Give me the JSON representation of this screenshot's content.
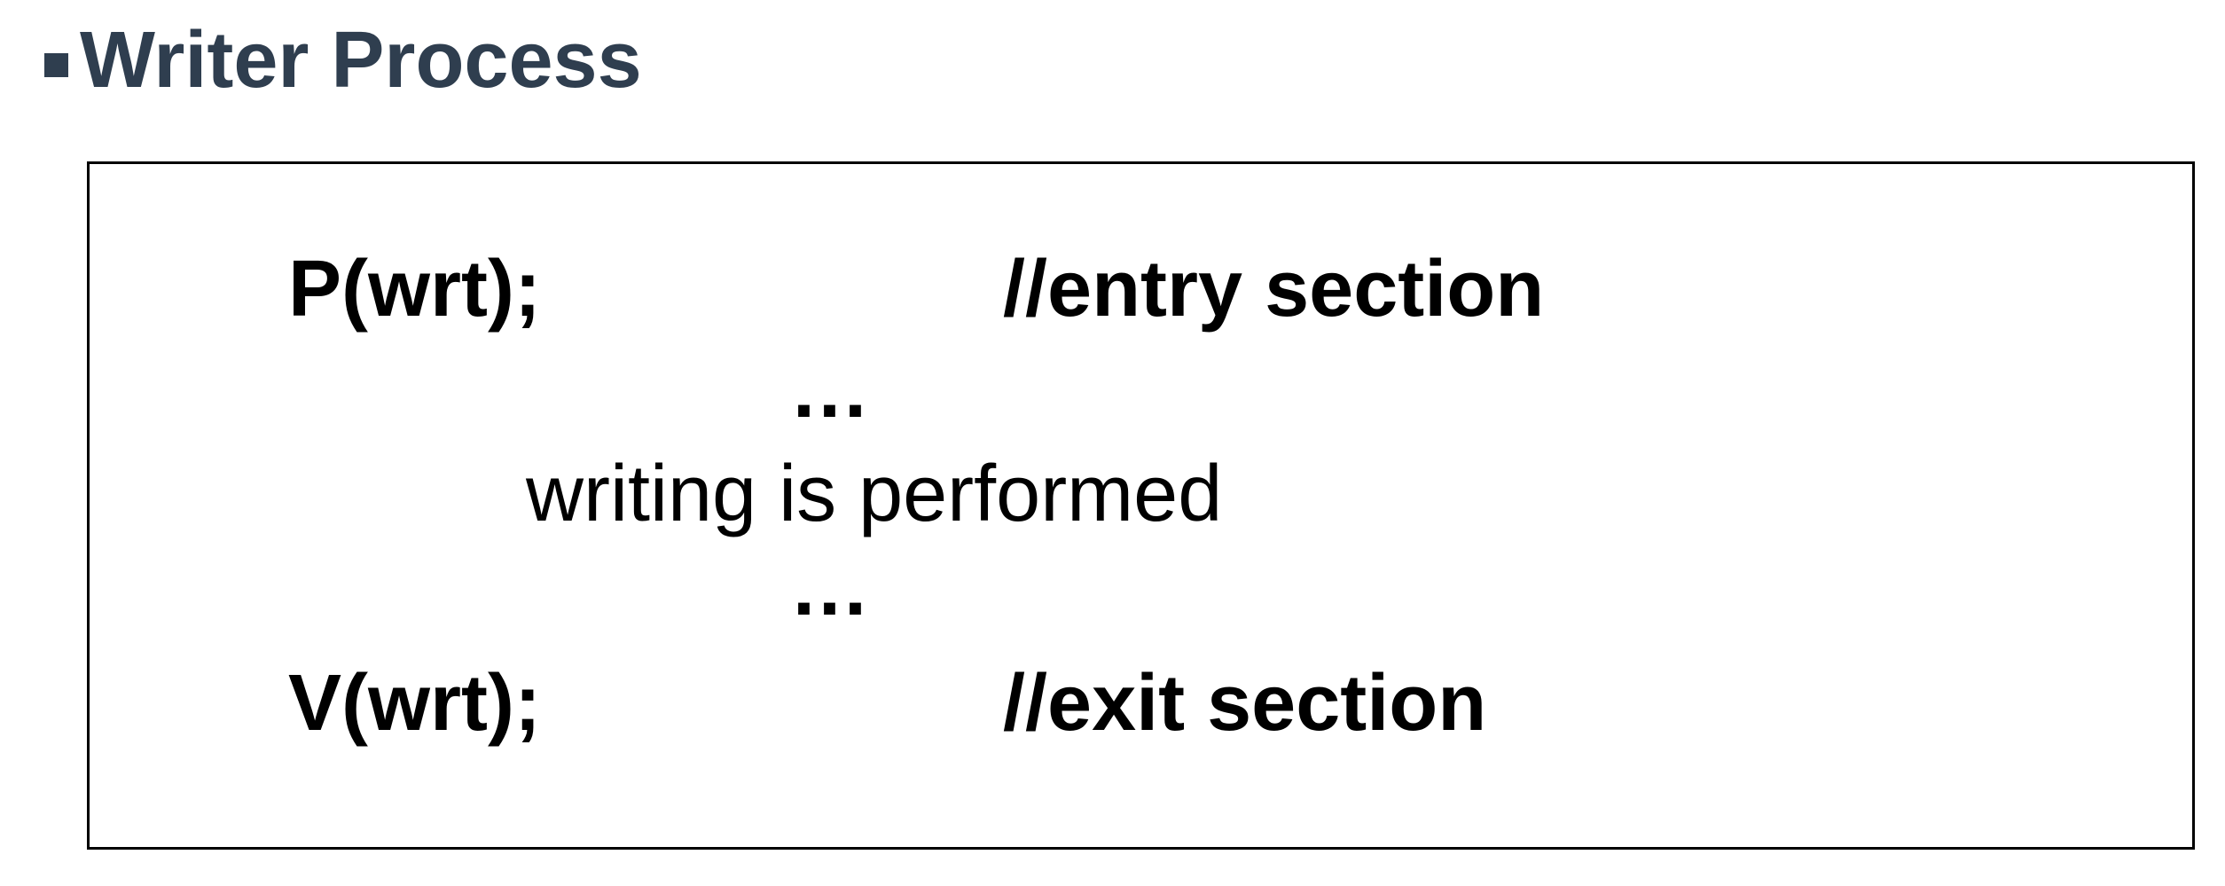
{
  "slide": {
    "heading": {
      "title": "Writer Process"
    },
    "code_box": {
      "lines": [
        {
          "type": "code",
          "code": "P(wrt);",
          "comment": "//entry section"
        },
        {
          "type": "ellipsis",
          "text": "..."
        },
        {
          "type": "text",
          "text": "writing is performed"
        },
        {
          "type": "ellipsis",
          "text": "..."
        },
        {
          "type": "code",
          "code": "V(wrt);",
          "comment": "//exit section"
        }
      ]
    }
  },
  "colors": {
    "heading_text": "#2f3e4f",
    "bullet": "#2f3e4f",
    "code_text": "#000000",
    "box_border": "#000000",
    "background": "#ffffff"
  }
}
